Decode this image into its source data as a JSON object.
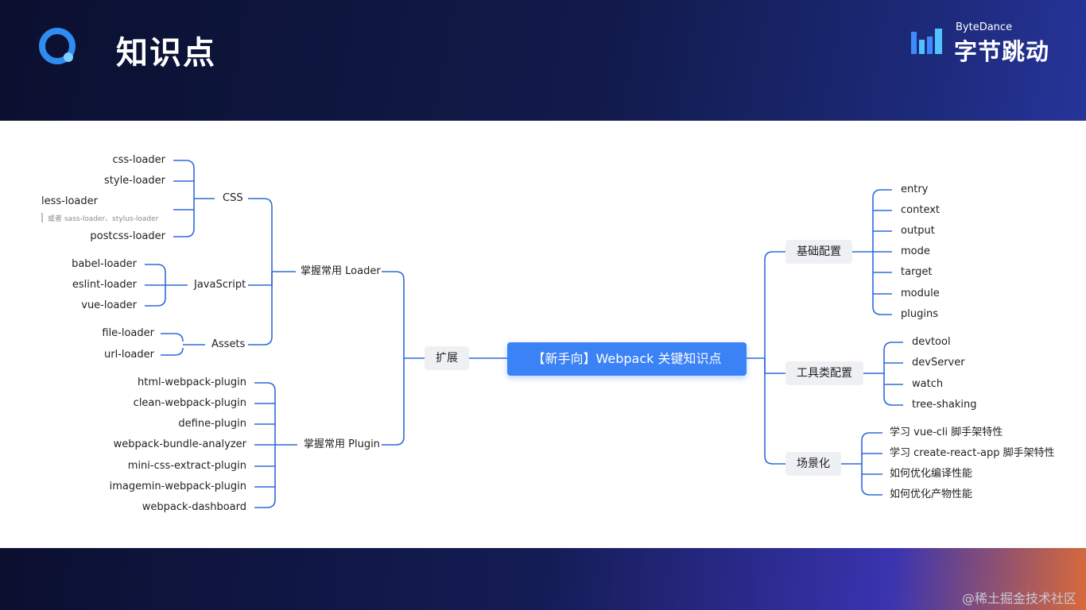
{
  "header": {
    "title": "知识点",
    "brand_en": "ByteDance",
    "brand_cn": "字节跳动"
  },
  "root": "【新手向】Webpack 关键知识点",
  "left": {
    "branch": "扩展",
    "loader": {
      "label": "掌握常用 Loader",
      "css": {
        "label": "CSS",
        "items": [
          "css-loader",
          "style-loader",
          "less-loader",
          "postcss-loader"
        ],
        "note": "或者 sass-loader、stylus-loader"
      },
      "js": {
        "label": "JavaScript",
        "items": [
          "babel-loader",
          "eslint-loader",
          "vue-loader"
        ]
      },
      "assets": {
        "label": "Assets",
        "items": [
          "file-loader",
          "url-loader"
        ]
      }
    },
    "plugin": {
      "label": "掌握常用 Plugin",
      "items": [
        "html-webpack-plugin",
        "clean-webpack-plugin",
        "define-plugin",
        "webpack-bundle-analyzer",
        "mini-css-extract-plugin",
        "imagemin-webpack-plugin",
        "webpack-dashboard"
      ]
    }
  },
  "right": {
    "basic": {
      "label": "基础配置",
      "items": [
        "entry",
        "context",
        "output",
        "mode",
        "target",
        "module",
        "plugins"
      ]
    },
    "tools": {
      "label": "工具类配置",
      "items": [
        "devtool",
        "devServer",
        "watch",
        "tree-shaking"
      ]
    },
    "scene": {
      "label": "场景化",
      "items": [
        "学习 vue-cli 脚手架特性",
        "学习 create-react-app 脚手架特性",
        "如何优化编译性能",
        "如何优化产物性能"
      ]
    }
  },
  "footer": {
    "watermark": "@稀土掘金技术社区"
  },
  "colors": {
    "line": "#2f6bd8",
    "root": "#3b82f6",
    "pill": "#eef0f3"
  }
}
